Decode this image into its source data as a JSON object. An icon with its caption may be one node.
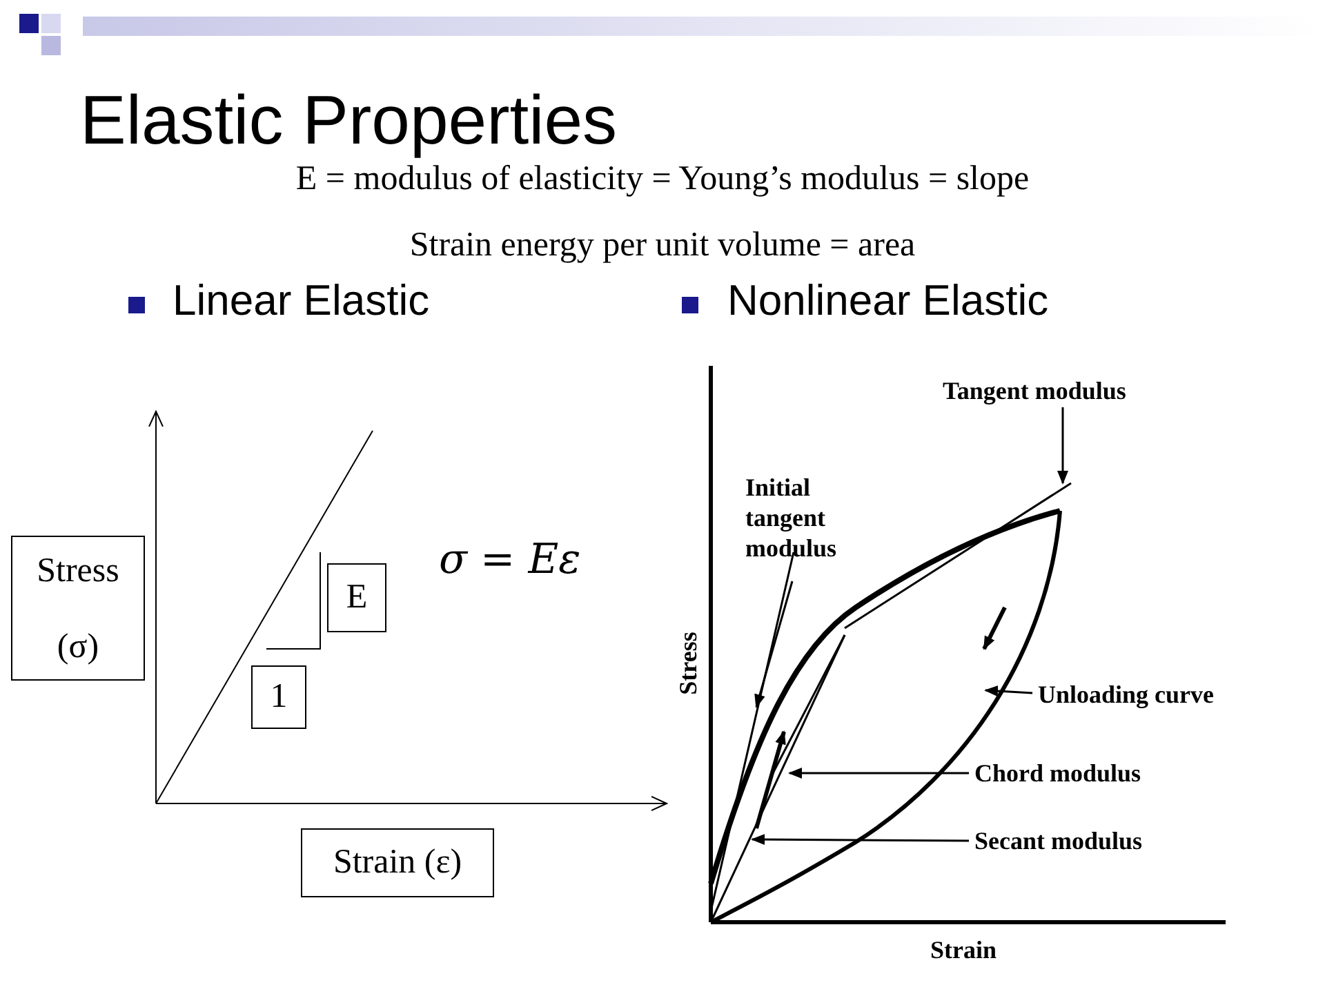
{
  "diagram": {
    "title": "Elastic Properties",
    "nodes": [
      {
        "text": [
          "Stress (σ)"
        ]
      },
      {
        "text": [
          "E"
        ]
      },
      {
        "text": [
          "1"
        ]
      },
      {
        "text": [
          "Strain (ε)"
        ]
      },
      {
        "text": [
          "Tangent modulus"
        ]
      },
      {
        "text": [
          "Initial tangent modulus"
        ]
      },
      {
        "text": [
          "Unloading curve"
        ]
      },
      {
        "text": [
          "Chord modulus"
        ]
      },
      {
        "text": [
          "Secant modulus"
        ]
      }
    ],
    "edges": [
      {
        "from": 4,
        "to": null,
        "arrow": "to"
      },
      {
        "from": 5,
        "to": null,
        "arrow": "to"
      },
      {
        "from": 6,
        "to": null,
        "arrow": "to"
      },
      {
        "from": 7,
        "to": null,
        "arrow": "to"
      },
      {
        "from": 8,
        "to": null,
        "arrow": "to"
      }
    ],
    "labels": [
      "E = modulus of elasticity = Young’s modulus = slope",
      "Strain energy per unit volume = area",
      "Linear Elastic",
      "Nonlinear Elastic",
      "σ = Eε",
      "Stress",
      "Strain"
    ]
  }
}
